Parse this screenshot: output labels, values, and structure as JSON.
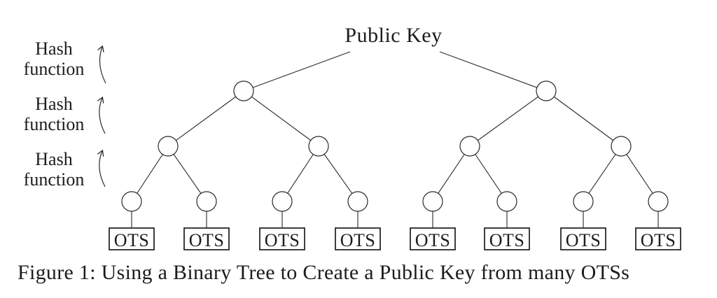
{
  "figure": {
    "title": "Public Key",
    "caption": "Figure 1: Using a Binary Tree to Create a Public Key from many OTSs",
    "hash_labels": [
      {
        "line1": "Hash",
        "line2": "function"
      },
      {
        "line1": "Hash",
        "line2": "function"
      },
      {
        "line1": "Hash",
        "line2": "function"
      }
    ],
    "leaf_labels": [
      "OTS",
      "OTS",
      "OTS",
      "OTS",
      "OTS",
      "OTS",
      "OTS",
      "OTS"
    ],
    "tree": {
      "type": "binary-tree",
      "root": "Public Key",
      "internal_nodes_level_1": 2,
      "internal_nodes_level_2": 4,
      "leaf_count": 8,
      "hash_function_steps": 3
    },
    "colors": {
      "ink": "#1c1c1c",
      "background": "#ffffff"
    }
  }
}
